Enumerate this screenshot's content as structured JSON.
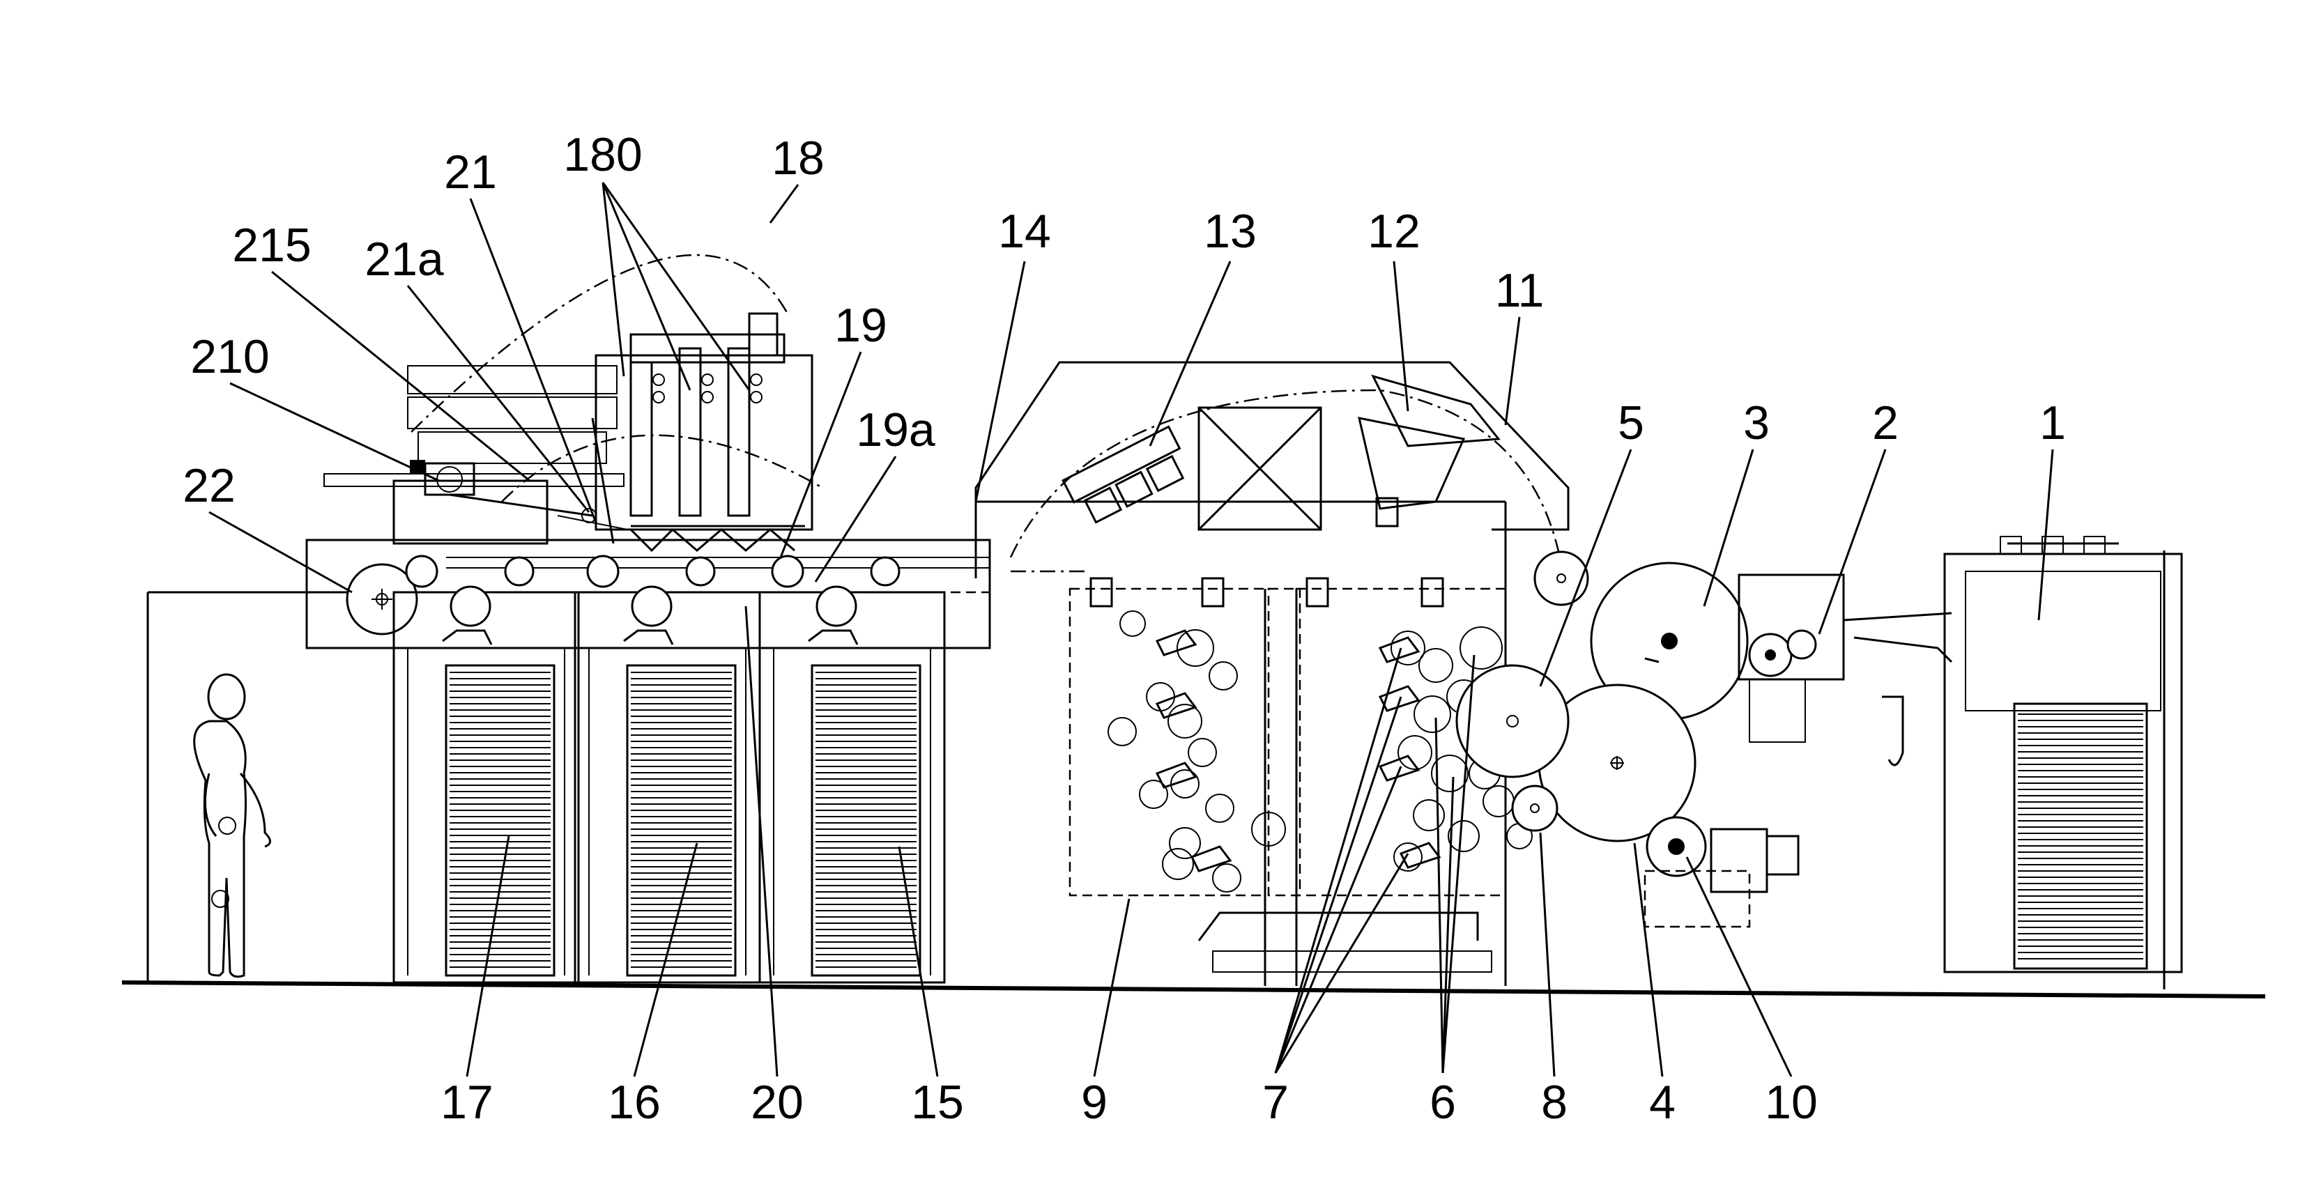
{
  "labels": {
    "l1": "1",
    "l2": "2",
    "l3": "3",
    "l4": "4",
    "l5": "5",
    "l6": "6",
    "l7": "7",
    "l8": "8",
    "l9": "9",
    "l10": "10",
    "l11": "11",
    "l12": "12",
    "l13": "13",
    "l14": "14",
    "l15": "15",
    "l16": "16",
    "l17": "17",
    "l18": "18",
    "l19": "19",
    "l19a": "19a",
    "l20": "20",
    "l21": "21",
    "l21a": "21a",
    "l22": "22",
    "l180": "180",
    "l210": "210",
    "l215": "215"
  }
}
